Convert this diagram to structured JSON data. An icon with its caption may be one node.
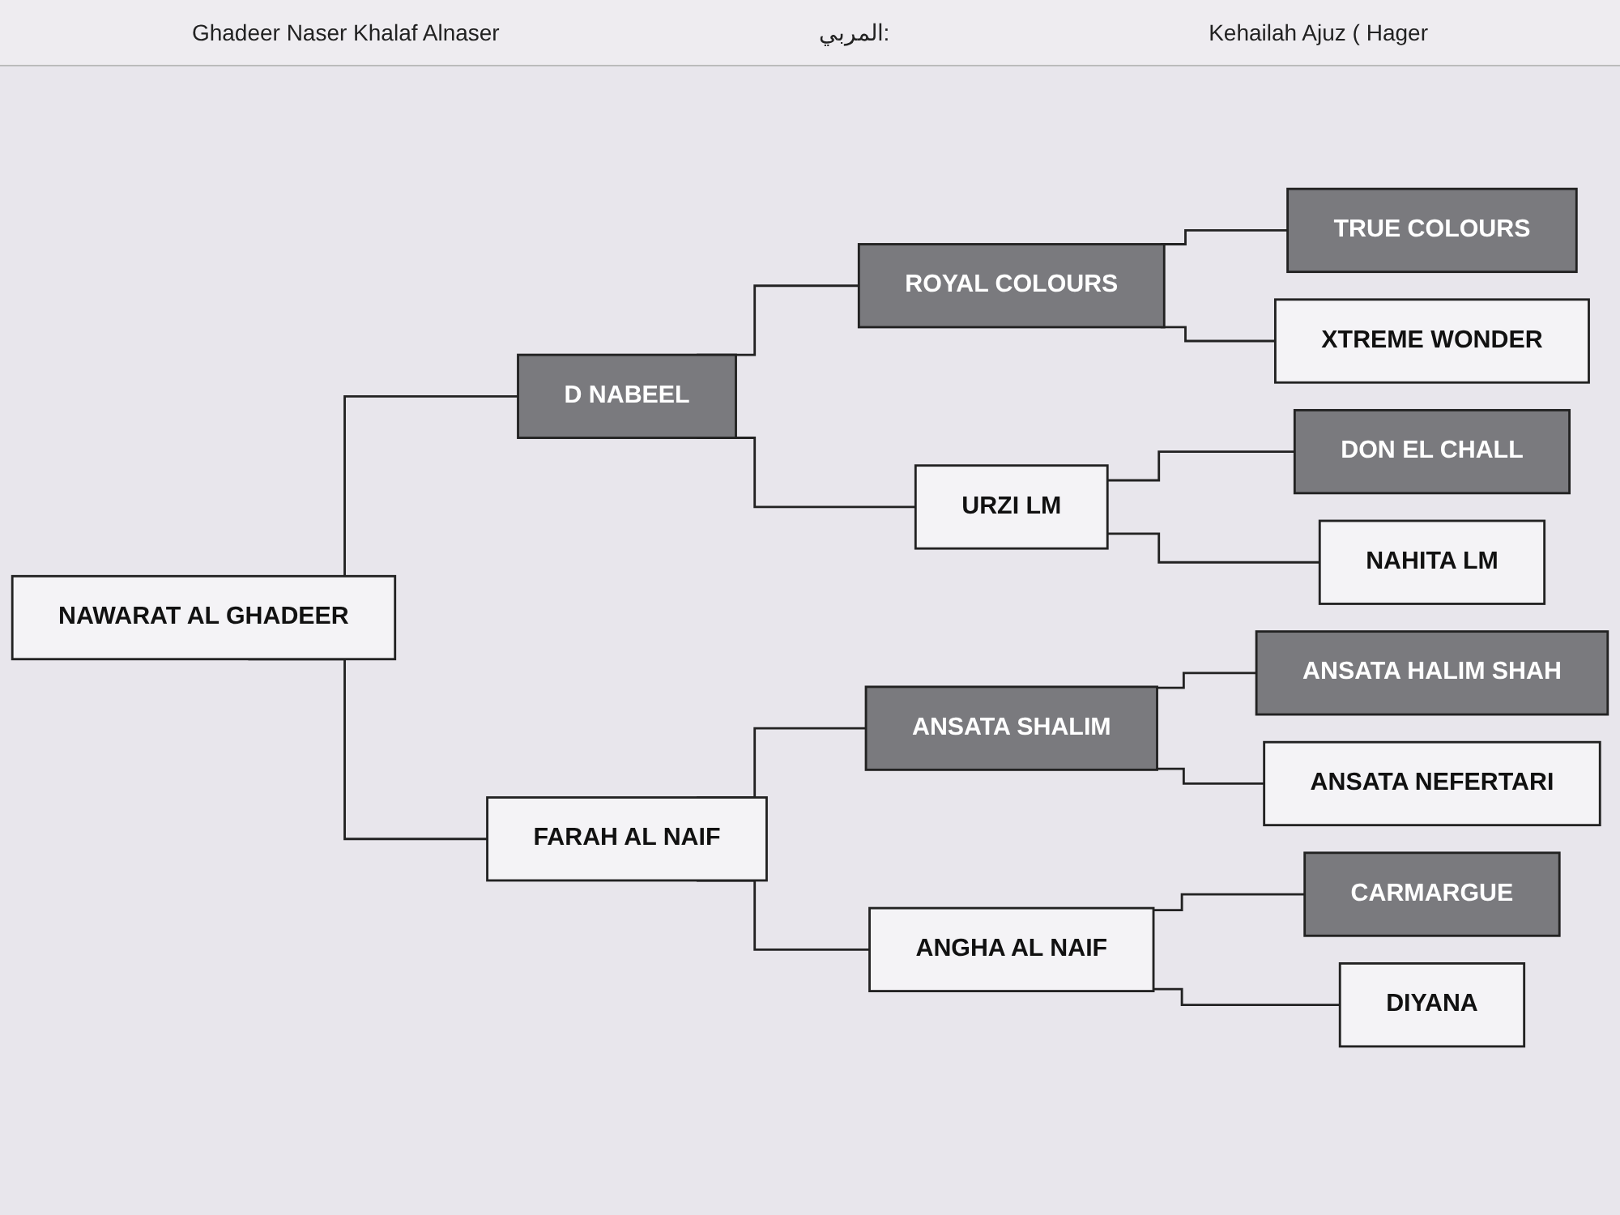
{
  "diagram": {
    "nodes": [
      {
        "text": [
          "NAWARAT AL GHADEER"
        ]
      },
      {
        "text": [
          "D NABEEL"
        ]
      },
      {
        "text": [
          "FARAH AL NAIF"
        ]
      },
      {
        "text": [
          "ROYAL COLOURS"
        ]
      },
      {
        "text": [
          "URZI LM"
        ]
      },
      {
        "text": [
          "ANSATA SHALIM"
        ]
      },
      {
        "text": [
          "ANGHA AL NAIF"
        ]
      },
      {
        "text": [
          "TRUE COLOURS"
        ]
      },
      {
        "text": [
          "XTREME WONDER"
        ]
      },
      {
        "text": [
          "DON EL CHALL"
        ]
      },
      {
        "text": [
          "NAHITA LM"
        ]
      },
      {
        "text": [
          "ANSATA HALIM SHAH"
        ]
      },
      {
        "text": [
          "ANSATA NEFERTARI"
        ]
      },
      {
        "text": [
          "CARMARGUE"
        ]
      },
      {
        "text": [
          "DIYANA"
        ]
      }
    ],
    "edges": [
      {
        "from": 0,
        "to": 1,
        "arrow": "none"
      },
      {
        "from": 0,
        "to": 2,
        "arrow": "none"
      },
      {
        "from": 1,
        "to": 3,
        "arrow": "none"
      },
      {
        "from": 1,
        "to": 4,
        "arrow": "none"
      },
      {
        "from": 2,
        "to": 5,
        "arrow": "none"
      },
      {
        "from": 2,
        "to": 6,
        "arrow": "none"
      },
      {
        "from": 3,
        "to": 7,
        "arrow": "none"
      },
      {
        "from": 3,
        "to": 8,
        "arrow": "none"
      },
      {
        "from": 4,
        "to": 9,
        "arrow": "none"
      },
      {
        "from": 4,
        "to": 10,
        "arrow": "none"
      },
      {
        "from": 5,
        "to": 11,
        "arrow": "none"
      },
      {
        "from": 5,
        "to": 12,
        "arrow": "none"
      },
      {
        "from": 6,
        "to": 13,
        "arrow": "none"
      },
      {
        "from": 6,
        "to": 14,
        "arrow": "none"
      }
    ],
    "labels": [
      "Ghadeer Naser Khalaf Alnaser",
      "المربي:",
      "Kehailah Ajuz ( Hager"
    ]
  }
}
